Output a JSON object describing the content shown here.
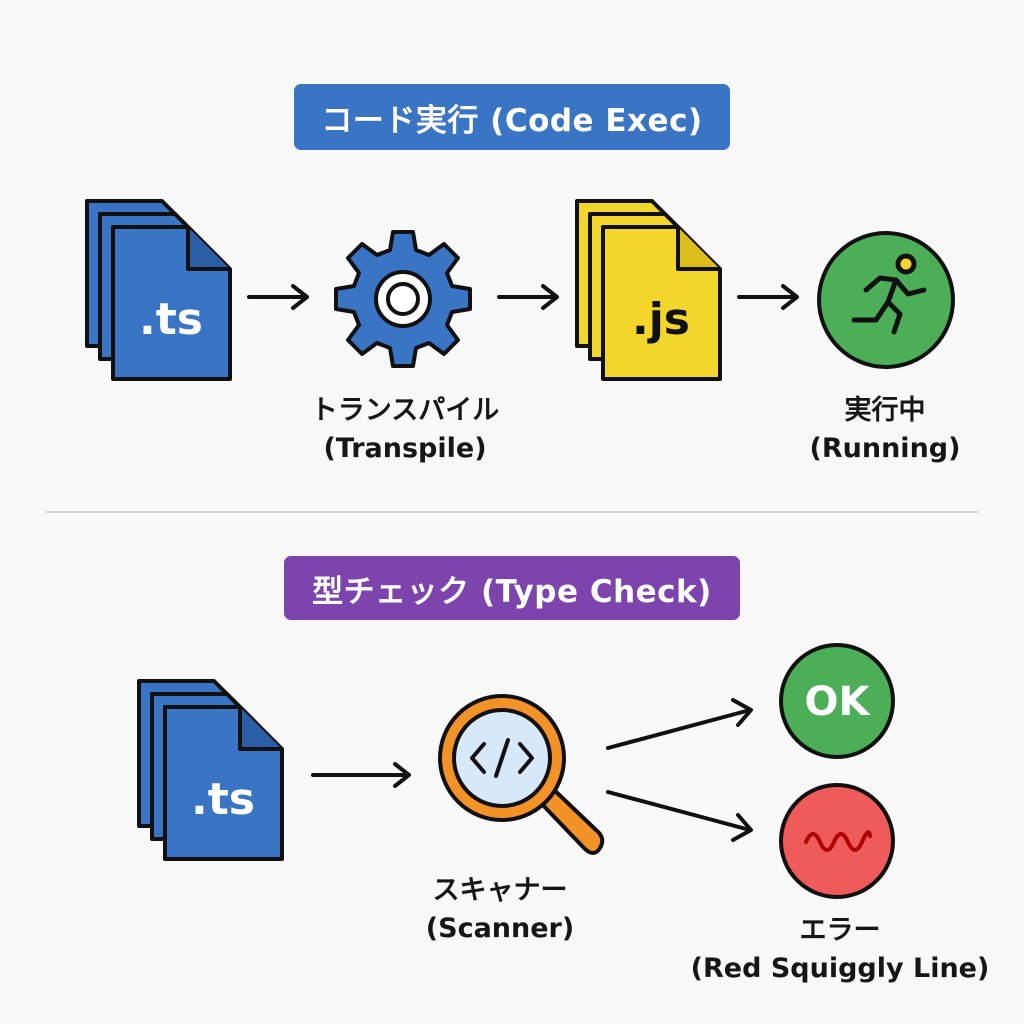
{
  "sections": [
    {
      "title": "コード実行 (Code Exec)",
      "color": "#3a74c4",
      "nodes": [
        {
          "icon": "ts-files-icon",
          "text": ".ts"
        },
        {
          "icon": "gear-icon",
          "label": "トランスパイル",
          "sublabel": "(Transpile)"
        },
        {
          "icon": "js-files-icon",
          "text": ".js"
        },
        {
          "icon": "running-person-icon",
          "label": "実行中",
          "sublabel": "(Running)"
        }
      ]
    },
    {
      "title": "型チェック (Type Check)",
      "color": "#7e44ad",
      "nodes": [
        {
          "icon": "ts-files-icon",
          "text": ".ts"
        },
        {
          "icon": "code-magnifier-icon",
          "label": "スキャナー",
          "sublabel": "(Scanner)"
        },
        {
          "icon": "ok-badge-icon",
          "text": "OK"
        },
        {
          "icon": "squiggle-error-icon",
          "label": "エラー",
          "sublabel": "(Red Squiggly Line)"
        }
      ]
    }
  ],
  "colors": {
    "ts_blue": "#3a74c4",
    "js_yellow": "#f3d62c",
    "ok_green": "#4caf58",
    "error_red": "#ef5b5b",
    "scanner_orange": "#f39227"
  }
}
